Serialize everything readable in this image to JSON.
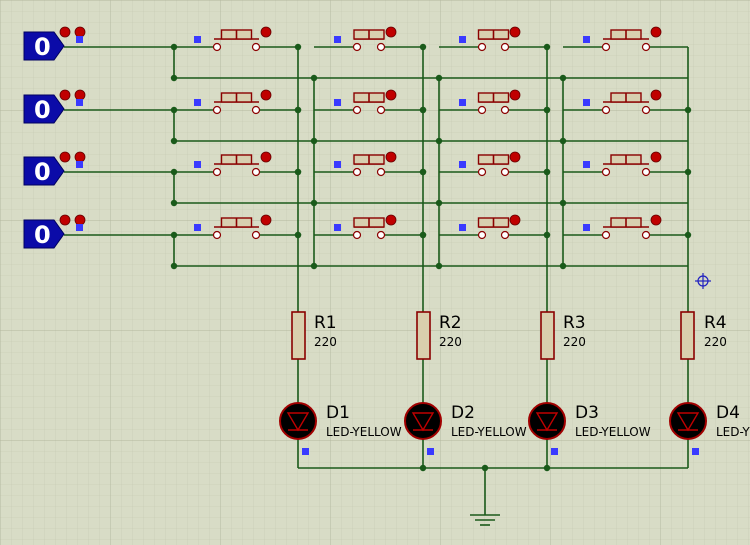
{
  "logic_states": [
    "0",
    "0",
    "0",
    "0"
  ],
  "resistors": [
    {
      "ref": "R1",
      "value": "220"
    },
    {
      "ref": "R2",
      "value": "220"
    },
    {
      "ref": "R3",
      "value": "220"
    },
    {
      "ref": "R4",
      "value": "220"
    }
  ],
  "leds": [
    {
      "ref": "D1",
      "value": "LED-YELLOW"
    },
    {
      "ref": "D2",
      "value": "LED-YELLOW"
    },
    {
      "ref": "D3",
      "value": "LED-YELLOW"
    },
    {
      "ref": "D4",
      "value": "LED-Y"
    }
  ],
  "colors": {
    "background": "#d8dcc6",
    "wire": "#1a5a1a",
    "component_outline": "#8b0000",
    "logic_probe": "#0b0ba8",
    "pin_marker": "#3a3aff"
  }
}
